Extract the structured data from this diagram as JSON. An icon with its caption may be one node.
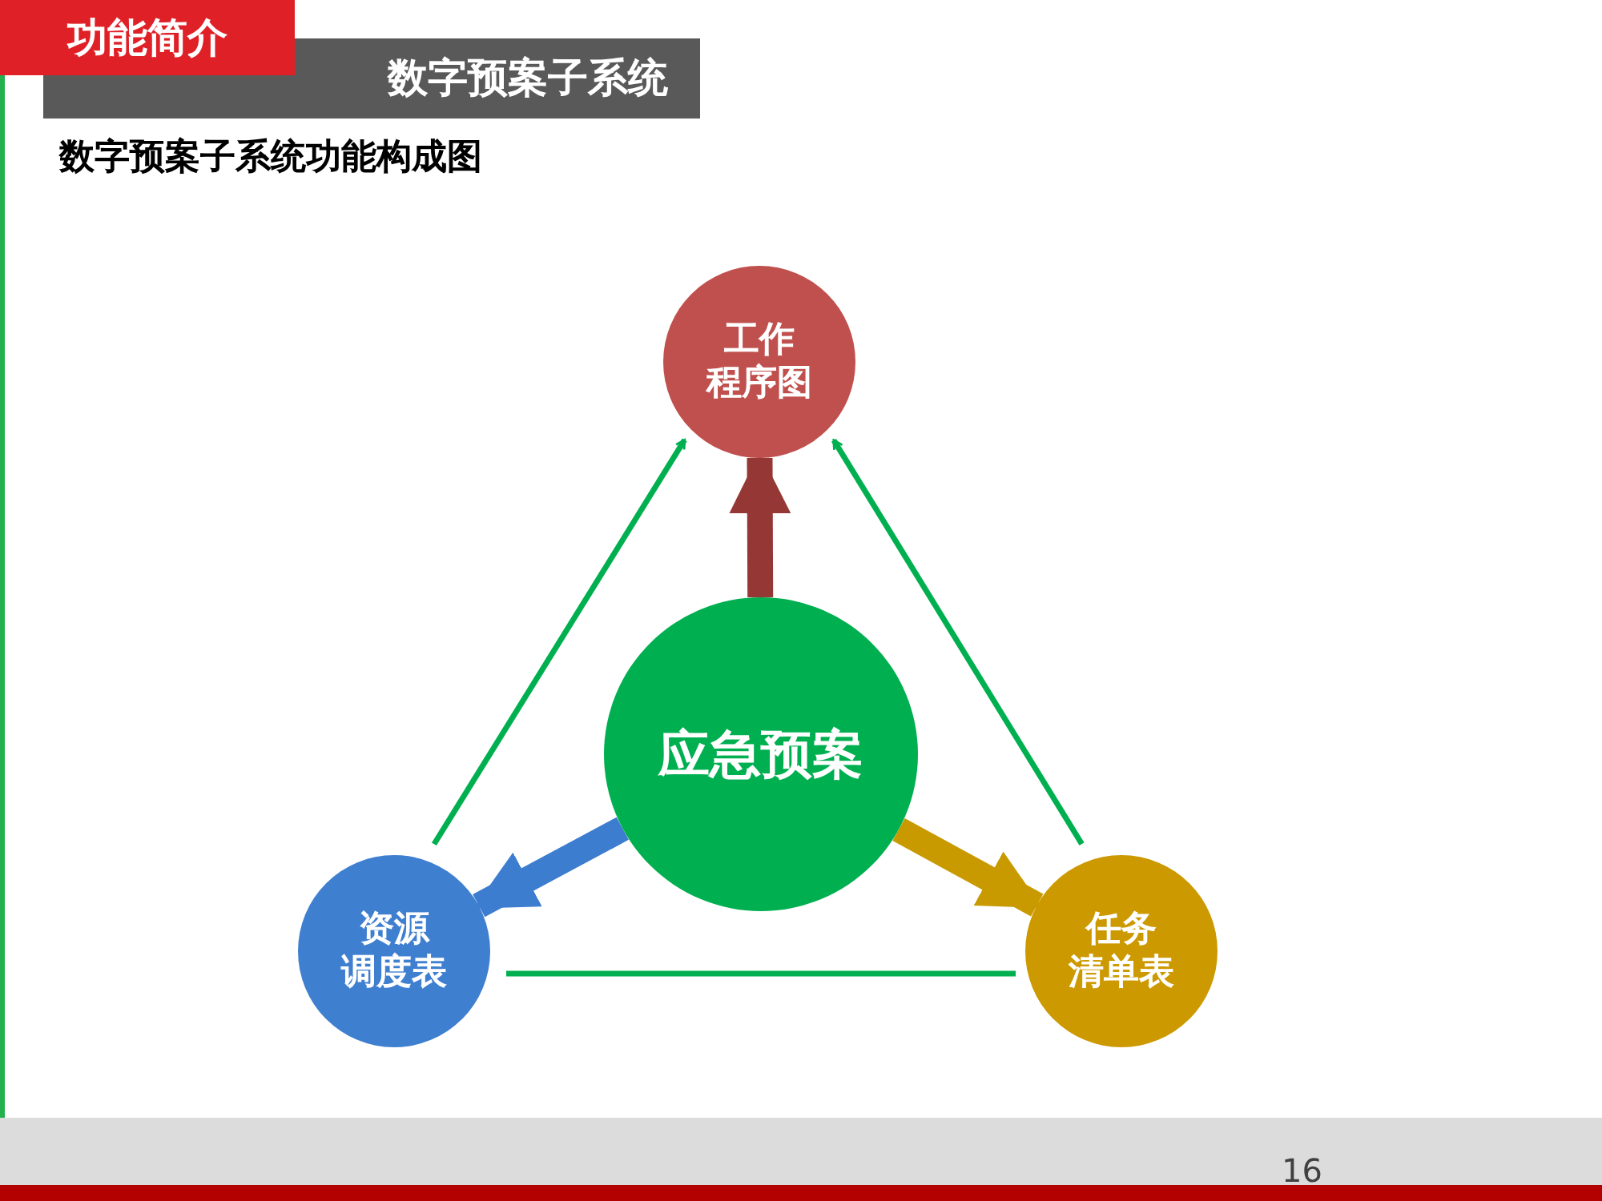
{
  "diagram": {
    "title": "数字预案子系统功能构成图",
    "nodes": [
      {
        "text": [
          "工作程序图"
        ]
      },
      {
        "text": [
          "应急预案"
        ]
      },
      {
        "text": [
          "资源调度表"
        ]
      },
      {
        "text": [
          "任务清单表"
        ]
      }
    ],
    "edges": [
      {
        "from": 2,
        "to": 0,
        "arrow": "to"
      },
      {
        "from": 3,
        "to": 0,
        "arrow": "to"
      },
      {
        "from": 2,
        "to": 3,
        "arrow": "none"
      },
      {
        "from": 1,
        "to": 0,
        "arrow": "to",
        "style": "thick",
        "color": "#953735"
      },
      {
        "from": 1,
        "to": 2,
        "arrow": "to",
        "style": "thick",
        "color": "#3c7dd0"
      },
      {
        "from": 1,
        "to": 3,
        "arrow": "to",
        "style": "thick",
        "color": "#c99a00"
      }
    ],
    "labels": [
      "功能简介",
      "数字预案子系统",
      "16"
    ]
  }
}
